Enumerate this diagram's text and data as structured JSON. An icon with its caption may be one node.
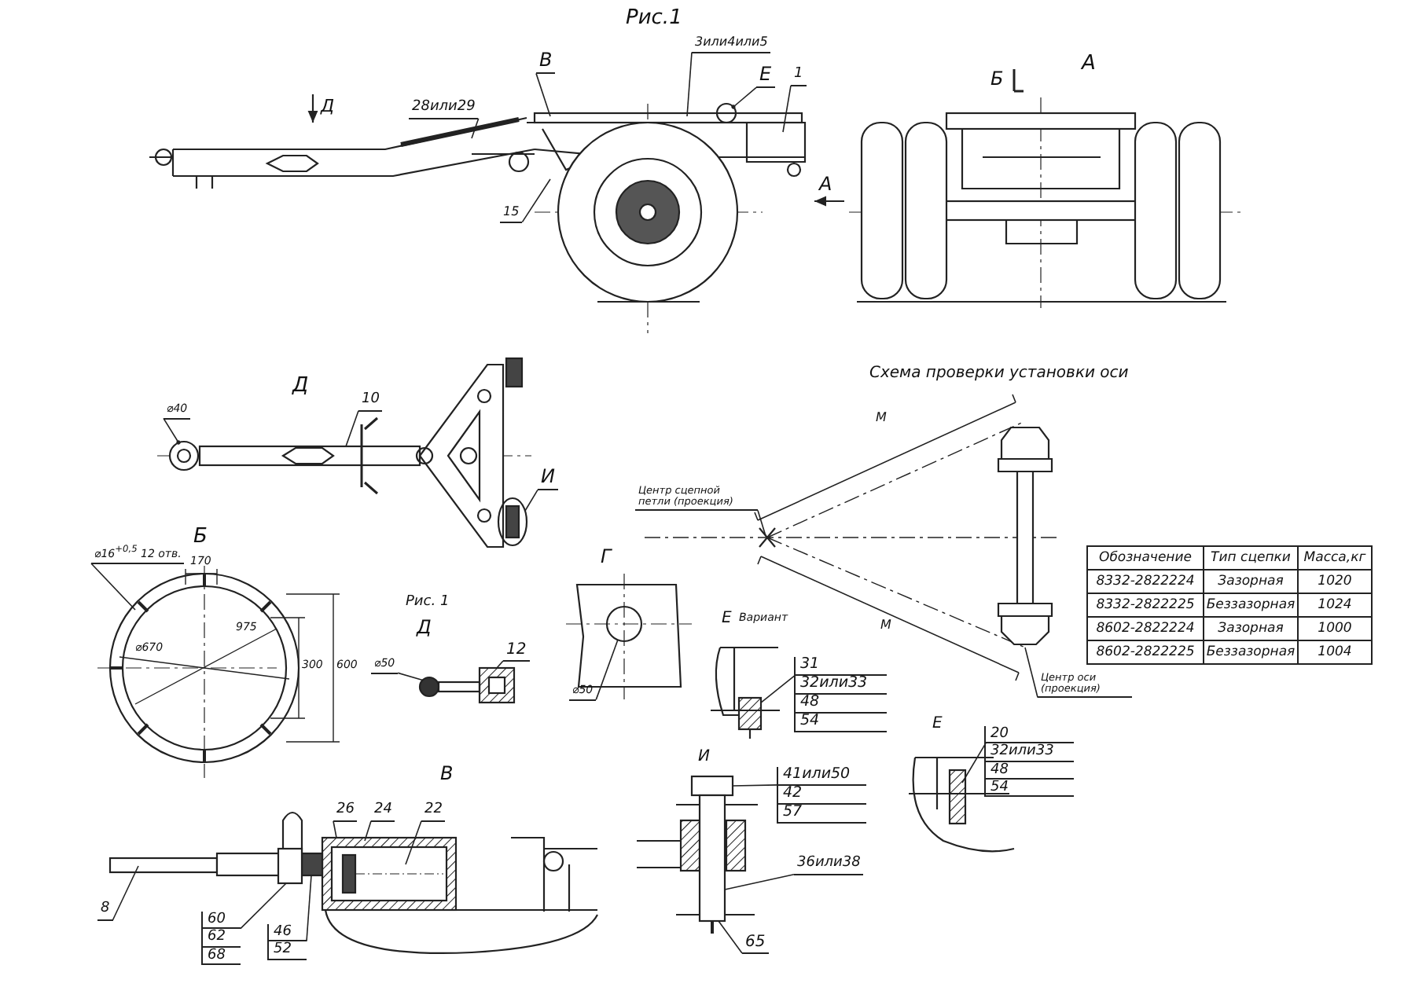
{
  "diagram": {
    "title": "Рис.1",
    "nodes": [
      {
        "text": [
          "28или29"
        ]
      },
      {
        "text": [
          "В"
        ]
      },
      {
        "text": [
          "3или4или5"
        ]
      },
      {
        "text": [
          "Е"
        ]
      },
      {
        "text": [
          "1"
        ]
      },
      {
        "text": [
          "15"
        ]
      },
      {
        "text": [
          "⌀40"
        ]
      },
      {
        "text": [
          "10"
        ]
      },
      {
        "text": [
          "И"
        ]
      },
      {
        "text": [
          "⌀16$^{+0,5}$ 12 отв."
        ]
      },
      {
        "text": [
          "⌀50"
        ]
      },
      {
        "text": [
          "12"
        ]
      },
      {
        "text": [
          "⌀50"
        ]
      },
      {
        "text": [
          "Центр сцепной петли (проекция)"
        ]
      },
      {
        "text": [
          "Центр оси (проекция)"
        ]
      },
      {
        "text": [
          "31",
          "32или33",
          "48",
          "54"
        ]
      },
      {
        "text": [
          "41или50",
          "42",
          "57"
        ]
      },
      {
        "text": [
          "36или38"
        ]
      },
      {
        "text": [
          "65"
        ]
      },
      {
        "text": [
          "20",
          "32или33",
          "48",
          "54"
        ]
      },
      {
        "text": [
          "26"
        ]
      },
      {
        "text": [
          "24"
        ]
      },
      {
        "text": [
          "22"
        ]
      },
      {
        "text": [
          "8"
        ]
      },
      {
        "text": [
          "60",
          "62",
          "68"
        ]
      },
      {
        "text": [
          "46",
          "52"
        ]
      },
      {
        "text": [],
        "shape": "circle"
      },
      {
        "text": [],
        "shape": "bar"
      },
      {
        "text": [],
        "shape": "box"
      },
      {
        "text": [],
        "shape": "bar"
      },
      {
        "text": [],
        "shape": "circle"
      },
      {
        "text": [],
        "shape": "box"
      },
      {
        "text": [],
        "shape": "box"
      },
      {
        "text": [],
        "shape": "box"
      }
    ],
    "edges": [
      {
        "from": 0,
        "to": null,
        "arrow": "none"
      },
      {
        "from": 1,
        "to": null,
        "arrow": "none"
      },
      {
        "from": 2,
        "to": null,
        "arrow": "none"
      },
      {
        "from": 3,
        "to": null,
        "arrow": "other"
      },
      {
        "from": 4,
        "to": null,
        "arrow": "none"
      },
      {
        "from": 5,
        "to": null,
        "arrow": "none"
      },
      {
        "from": 6,
        "to": null,
        "arrow": "other"
      },
      {
        "from": 7,
        "to": null,
        "arrow": "none"
      },
      {
        "from": 8,
        "to": null,
        "arrow": "none"
      },
      {
        "from": 9,
        "to": null,
        "arrow": "none"
      },
      {
        "from": 10,
        "to": 30,
        "arrow": "none"
      },
      {
        "from": 11,
        "to": 31,
        "arrow": "none"
      },
      {
        "from": 12,
        "to": 26,
        "arrow": "none"
      },
      {
        "from": 13,
        "to": null,
        "arrow": "none"
      },
      {
        "from": 14,
        "to": null,
        "arrow": "none"
      },
      {
        "from": 15,
        "to": 27,
        "arrow": "none"
      },
      {
        "from": 16,
        "to": 28,
        "arrow": "none"
      },
      {
        "from": 17,
        "to": 29,
        "arrow": "none"
      },
      {
        "from": 18,
        "to": 29,
        "arrow": "none"
      },
      {
        "from": 19,
        "to": null,
        "arrow": "none"
      },
      {
        "from": 20,
        "to": null,
        "arrow": "none"
      },
      {
        "from": 21,
        "to": null,
        "arrow": "none"
      },
      {
        "from": 22,
        "to": null,
        "arrow": "none"
      },
      {
        "from": 23,
        "to": null,
        "arrow": "none"
      },
      {
        "from": 24,
        "to": 33,
        "arrow": "none"
      },
      {
        "from": 25,
        "to": 32,
        "arrow": "none"
      }
    ],
    "labels": [
      "Д",
      "Б",
      "А",
      "А",
      "Д",
      "Схема проверки установки оси",
      "М",
      "Б",
      "170",
      "975",
      "⌀670",
      "300",
      "600",
      "Рис. 1",
      "Д",
      "Г",
      "М",
      "Обозначение",
      "Тип сцепки",
      "Масса,кг",
      "8332-2822224",
      "Зазорная",
      "1020",
      "8332-2822225",
      "Беззазорная",
      "1024",
      "8602-2822224",
      "Зазорная",
      "1000",
      "8602-2822225",
      "Беззазорная",
      "1004",
      "Е",
      "Вариант",
      "И",
      "Е",
      "В"
    ]
  }
}
